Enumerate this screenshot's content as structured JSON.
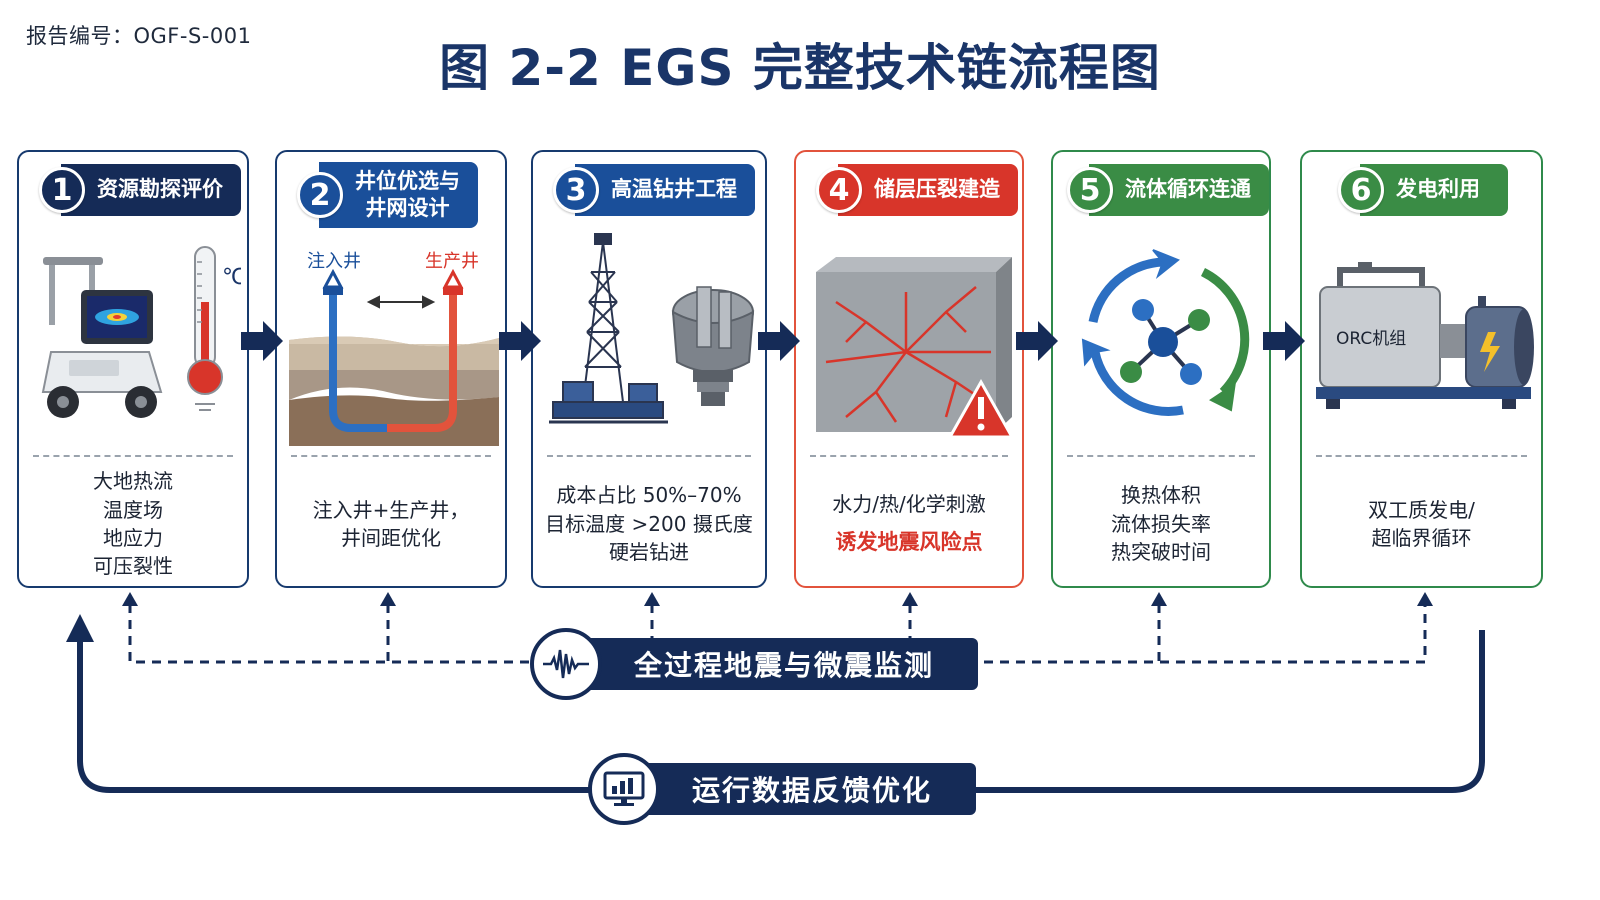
{
  "report_code": "报告编号：OGF-S-001",
  "title": "图 2-2  EGS 完整技术链流程图",
  "steps": [
    {
      "number": "1",
      "title": "资源勘探评价",
      "lines": [
        "大地热流",
        "温度场",
        "地应力",
        "可压裂性"
      ],
      "illustration_labels": {
        "unit": "℃"
      }
    },
    {
      "number": "2",
      "title_lines": [
        "井位优选与",
        "井网设计"
      ],
      "lines": [
        "注入井+生产井，",
        "井间距优化"
      ],
      "illustration_labels": {
        "injection_well": "注入井",
        "production_well": "生产井"
      }
    },
    {
      "number": "3",
      "title": "高温钻井工程",
      "lines": [
        "成本占比 50%–70%",
        "目标温度 >200 摄氏度",
        "硬岩钻进"
      ]
    },
    {
      "number": "4",
      "title": "储层压裂建造",
      "lines": [
        "水力/热/化学刺激"
      ],
      "warning": "诱发地震风险点"
    },
    {
      "number": "5",
      "title": "流体循环连通",
      "lines": [
        "换热体积",
        "流体损失率",
        "热突破时间"
      ]
    },
    {
      "number": "6",
      "title": "发电利用",
      "lines": [
        "双工质发电/",
        "超临界循环"
      ],
      "illustration_labels": {
        "orc": "ORC机组"
      }
    }
  ],
  "monitoring": {
    "label": "全过程地震与微震监测",
    "icon": "seismograph-icon"
  },
  "feedback": {
    "label": "运行数据反馈优化",
    "icon": "monitor-chart-icon"
  },
  "colors": {
    "navy": "#152b57",
    "blue": "#1a4f9a",
    "red": "#d8352a",
    "green": "#3a8c45"
  }
}
